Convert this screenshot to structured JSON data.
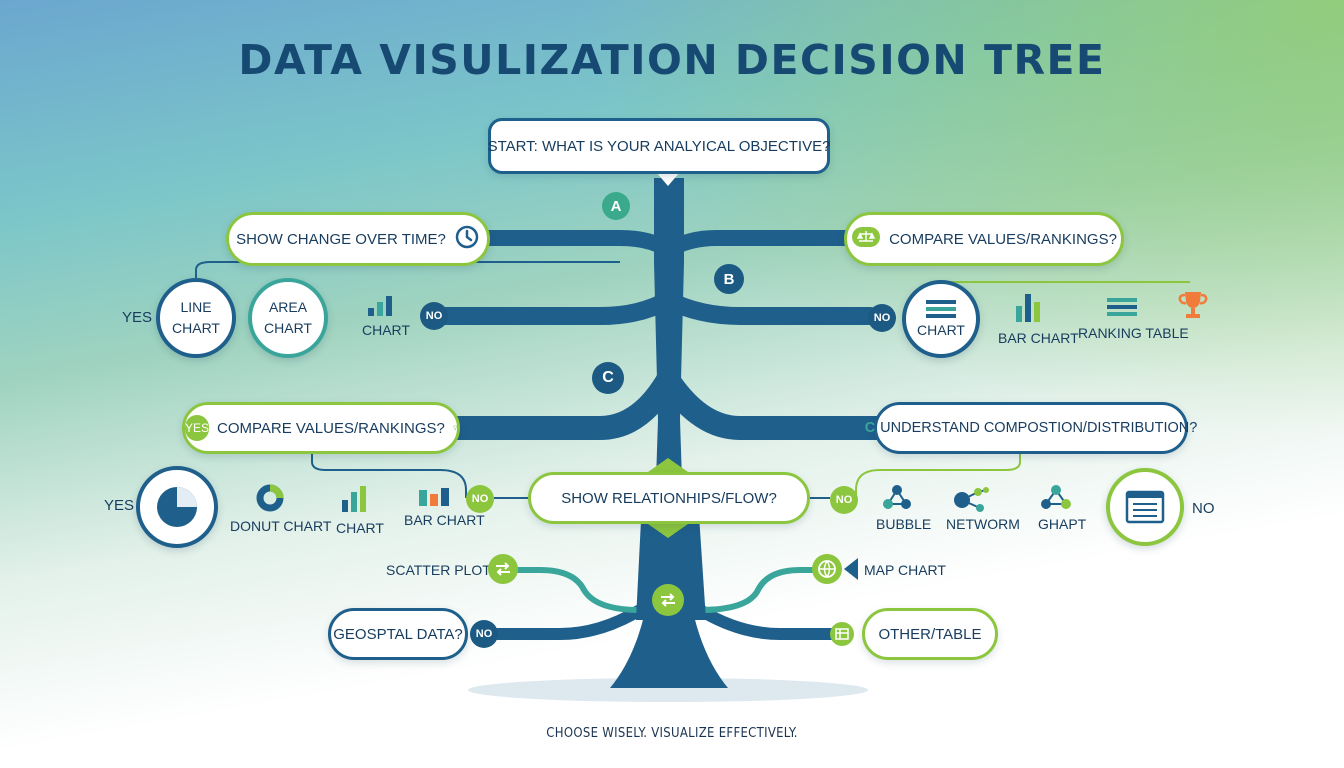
{
  "title": "DATA VISULIZATION DECISION TREE",
  "start": "START: WHAT IS YOUR ANALYICAL OBJECTIVE?",
  "badges": {
    "a": "A",
    "b": "B",
    "c": "C",
    "c_small": "C"
  },
  "q_time": "SHOW CHANGE OVER TIME?",
  "q_compare_top": "COMPARE VALUES/RANKINGS?",
  "q_compare_left": "COMPARE VALUES/RANKINGS?",
  "q_composition": "UNDERSTAND COMPOSTION/DISTRIBUTION?",
  "q_relationships": "SHOW RELATIONHIPS/FLOW?",
  "q_geo": "GEOSPTAL DATA?",
  "q_other": "OTHER/TABLE",
  "yes": "YES",
  "no": "NO",
  "time_options": {
    "line": [
      "LINE",
      "CHART"
    ],
    "area": [
      "AREA",
      "CHART"
    ],
    "chart": "CHART"
  },
  "compare_options": {
    "chart": "CHART",
    "bar": "BAR CHART",
    "ranking": "RANKING TABLE"
  },
  "left_options": {
    "donut": "DONUT CHART",
    "chart": "CHART",
    "bar": "BAR CHART"
  },
  "right_options": {
    "bubble": "BUBBLE",
    "network": "NETWORM",
    "graph": "GHAPT"
  },
  "scatter": "SCATTER PLOT",
  "map": "MAP CHART",
  "footer": "CHOOSE WISELY. VISUALIZE EFFECTIVELY.",
  "colors": {
    "navy": "#1f5f8b",
    "green": "#8cc63f",
    "teal": "#3aa59a",
    "orange": "#f07b3a",
    "title": "#174a72"
  }
}
